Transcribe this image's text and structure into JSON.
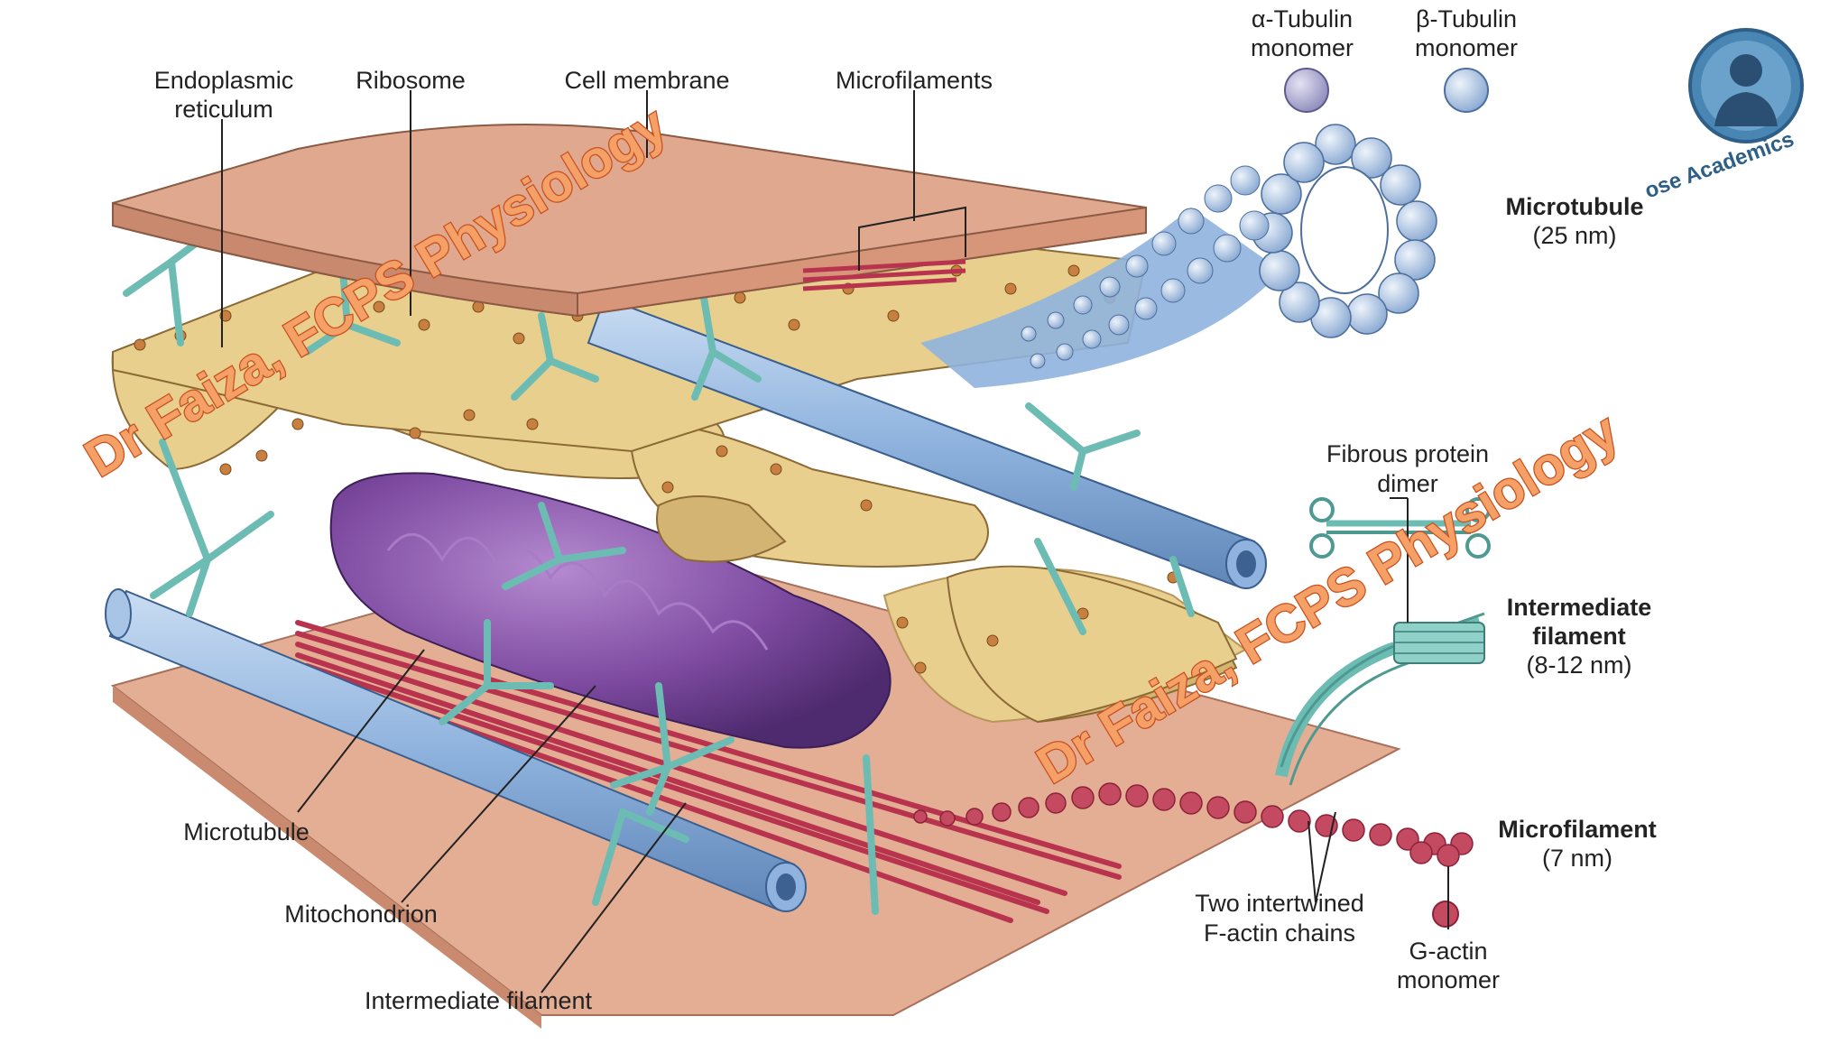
{
  "labels": {
    "endoplasmic_reticulum": [
      "Endoplasmic",
      "reticulum"
    ],
    "ribosome": "Ribosome",
    "cell_membrane": "Cell membrane",
    "microfilaments": "Microfilaments",
    "alpha_tubulin": [
      "α-Tubulin",
      "monomer"
    ],
    "beta_tubulin": [
      "β-Tubulin",
      "monomer"
    ],
    "microtubule_right": [
      "Microtubule",
      "(25 nm)"
    ],
    "fibrous_protein_dimer": [
      "Fibrous protein",
      "dimer"
    ],
    "intermediate_filament_right": [
      "Intermediate",
      "filament",
      "(8-12 nm)"
    ],
    "microfilament_right": [
      "Microfilament",
      "(7 nm)"
    ],
    "factin_chains": [
      "Two intertwined",
      "F-actin chains"
    ],
    "gactin_monomer": [
      "G-actin",
      "monomer"
    ],
    "microtubule_left": "Microtubule",
    "mitochondrion": "Mitochondrion",
    "intermediate_filament_bottom": "Intermediate filament"
  },
  "watermark": {
    "text": "Dr Faiza, FCPS Physiology",
    "logo_text": "ose Academics"
  },
  "colors": {
    "membrane": "#e0a88e",
    "er": "#e8cf8e",
    "ribosome": "#b8733a",
    "microtubule": "#8fb3de",
    "intermediate": "#6cbcb4",
    "actin": "#b8344e",
    "mitochondrion": "#7d4aa0",
    "watermark": "#f08a4b"
  }
}
